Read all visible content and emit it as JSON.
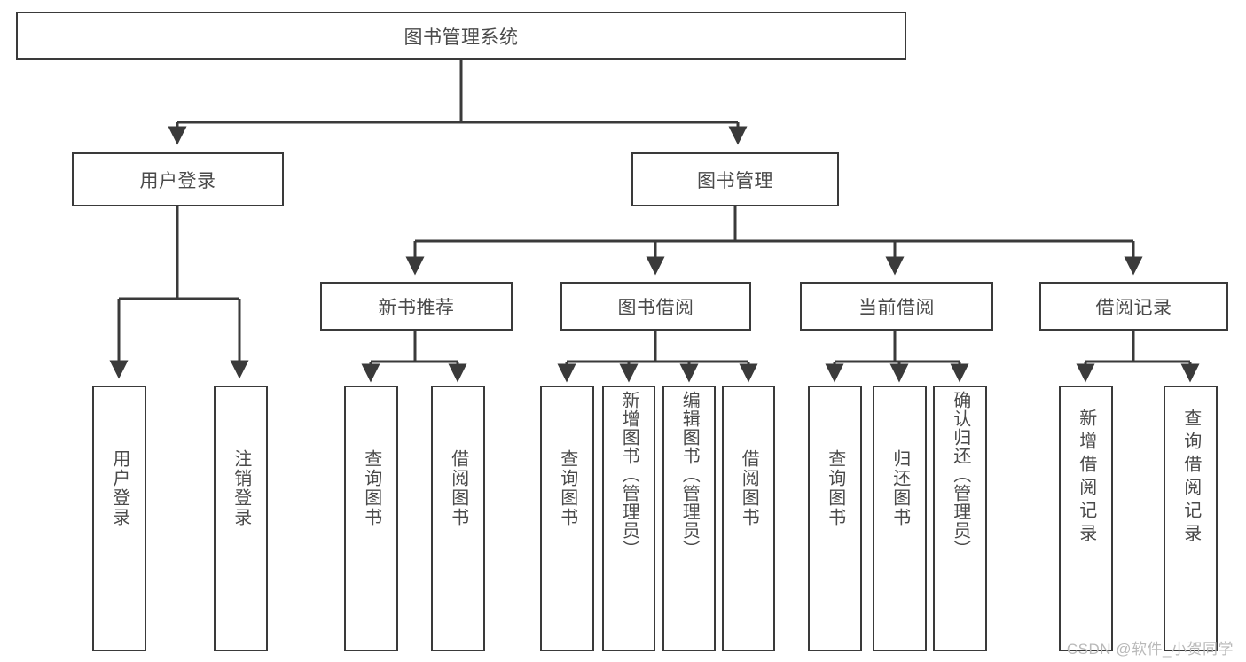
{
  "diagram": {
    "title": "图书管理系统",
    "type": "hierarchy-tree",
    "levels": 4,
    "root": {
      "id": "root",
      "label": "图书管理系统",
      "orientation": "horizontal"
    },
    "level2": [
      {
        "id": "user-login",
        "label": "用户登录",
        "orientation": "horizontal"
      },
      {
        "id": "book-manage",
        "label": "图书管理",
        "orientation": "horizontal"
      }
    ],
    "level3": [
      {
        "id": "new-book-recommend",
        "label": "新书推荐",
        "orientation": "horizontal",
        "parent": "book-manage"
      },
      {
        "id": "book-borrow",
        "label": "图书借阅",
        "orientation": "horizontal",
        "parent": "book-manage"
      },
      {
        "id": "current-borrow",
        "label": "当前借阅",
        "orientation": "horizontal",
        "parent": "book-manage"
      },
      {
        "id": "borrow-record",
        "label": "借阅记录",
        "orientation": "horizontal",
        "parent": "book-manage"
      }
    ],
    "leaves": [
      {
        "id": "leaf-user-login",
        "label": "用户登录",
        "parent": "user-login",
        "orientation": "vertical"
      },
      {
        "id": "leaf-user-logout",
        "label": "注销登录",
        "parent": "user-login",
        "orientation": "vertical"
      },
      {
        "id": "leaf-query-book-1",
        "label": "查询图书",
        "parent": "new-book-recommend",
        "orientation": "vertical"
      },
      {
        "id": "leaf-borrow-book-1",
        "label": "借阅图书",
        "parent": "new-book-recommend",
        "orientation": "vertical"
      },
      {
        "id": "leaf-query-book-2",
        "label": "查询图书",
        "parent": "book-borrow",
        "orientation": "vertical"
      },
      {
        "id": "leaf-add-book",
        "label": "新增图书（管理员）",
        "parent": "book-borrow",
        "orientation": "vertical"
      },
      {
        "id": "leaf-edit-book",
        "label": "编辑图书（管理员）",
        "parent": "book-borrow",
        "orientation": "vertical"
      },
      {
        "id": "leaf-borrow-book-2",
        "label": "借阅图书",
        "parent": "book-borrow",
        "orientation": "vertical"
      },
      {
        "id": "leaf-query-book-3",
        "label": "查询图书",
        "parent": "current-borrow",
        "orientation": "vertical"
      },
      {
        "id": "leaf-return-book",
        "label": "归还图书",
        "parent": "current-borrow",
        "orientation": "vertical"
      },
      {
        "id": "leaf-confirm-return",
        "label": "确认归还（管理员）",
        "parent": "current-borrow",
        "orientation": "vertical"
      },
      {
        "id": "leaf-add-record",
        "label": "新增借阅记录",
        "parent": "borrow-record",
        "orientation": "vertical"
      },
      {
        "id": "leaf-query-record",
        "label": "查询借阅记录",
        "parent": "borrow-record",
        "orientation": "vertical"
      }
    ],
    "colors": {
      "stroke": "#3a3a3a",
      "text": "#4a4a4a",
      "background": "#ffffff",
      "watermark": "#b9b9b9"
    }
  },
  "watermark": {
    "text": "CSDN @软件_小贺同学"
  }
}
